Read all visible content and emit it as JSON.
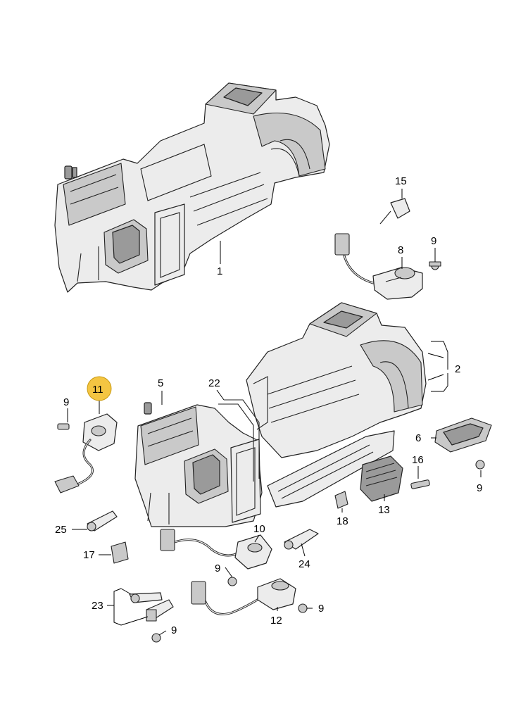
{
  "callouts": [
    {
      "id": "1",
      "label": "1",
      "highlighted": false
    },
    {
      "id": "2",
      "label": "2",
      "highlighted": false
    },
    {
      "id": "5",
      "label": "5",
      "highlighted": false
    },
    {
      "id": "6",
      "label": "6",
      "highlighted": false
    },
    {
      "id": "8",
      "label": "8",
      "highlighted": false
    },
    {
      "id": "9a",
      "label": "9",
      "highlighted": false
    },
    {
      "id": "9b",
      "label": "9",
      "highlighted": false
    },
    {
      "id": "9c",
      "label": "9",
      "highlighted": false
    },
    {
      "id": "9d",
      "label": "9",
      "highlighted": false
    },
    {
      "id": "9e",
      "label": "9",
      "highlighted": false
    },
    {
      "id": "9f",
      "label": "9",
      "highlighted": false
    },
    {
      "id": "10",
      "label": "10",
      "highlighted": false
    },
    {
      "id": "11",
      "label": "11",
      "highlighted": true
    },
    {
      "id": "12",
      "label": "12",
      "highlighted": false
    },
    {
      "id": "13",
      "label": "13",
      "highlighted": false
    },
    {
      "id": "15",
      "label": "15",
      "highlighted": false
    },
    {
      "id": "16",
      "label": "16",
      "highlighted": false
    },
    {
      "id": "17",
      "label": "17",
      "highlighted": false
    },
    {
      "id": "18",
      "label": "18",
      "highlighted": false
    },
    {
      "id": "22",
      "label": "22",
      "highlighted": false
    },
    {
      "id": "23",
      "label": "23",
      "highlighted": false
    },
    {
      "id": "24",
      "label": "24",
      "highlighted": false
    },
    {
      "id": "25",
      "label": "25",
      "highlighted": false
    }
  ],
  "colors": {
    "highlight": "#f4c542",
    "line": "#222222",
    "part_light": "#ececec",
    "part_dark": "#9a9a9a"
  }
}
